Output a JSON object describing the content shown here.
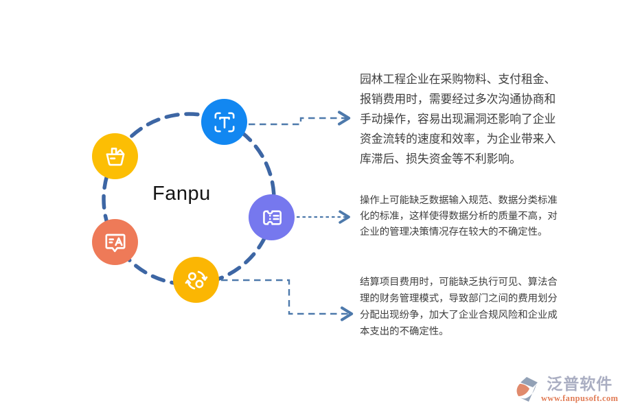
{
  "page": {
    "background": "#ffffff"
  },
  "diagram": {
    "center_label": "Fanpu",
    "ring_color": "#3d66a4",
    "connector_color": "#4d79ab",
    "nodes": [
      {
        "id": "scan-text",
        "icon": "scan-text-icon",
        "color": "#1287f1"
      },
      {
        "id": "basket",
        "icon": "shopping-basket-icon",
        "color": "#fcbe04"
      },
      {
        "id": "ticket",
        "icon": "ticket-icon",
        "color": "#7678ee"
      },
      {
        "id": "chat",
        "icon": "chat-translate-icon",
        "color": "#ee7a58"
      },
      {
        "id": "sync",
        "icon": "sync-icon",
        "color": "#fbb603"
      }
    ]
  },
  "annotations": [
    {
      "lines": [
        "园林工程企业在采购物料、支付租金、",
        "报销费用时，需要经过多次沟通协商和",
        "手动操作，容易出现漏洞还影响了企业",
        "资金流转的速度和效率，为企业带来入",
        "库滞后、损失资金等不利影响。"
      ]
    },
    {
      "lines": [
        "操作上可能缺乏数据输入规范、数据分类标准",
        "化的标准，这样使得数据分析的质量不高，对",
        "企业的管理决策情况存在较大的不确定性。"
      ]
    },
    {
      "lines": [
        "结算项目费用时，可能缺乏执行可见、算法合",
        "理的财务管理模式，导致部门之间的费用划分",
        "分配出现纷争，加大了企业合规风险和企业成",
        "本支出的不确定性。"
      ]
    }
  ],
  "watermark": {
    "brand": "泛普软件",
    "url": "www.fanpusoft.com",
    "brand_color": "#a6aabf",
    "url_color": "#e0764e"
  }
}
